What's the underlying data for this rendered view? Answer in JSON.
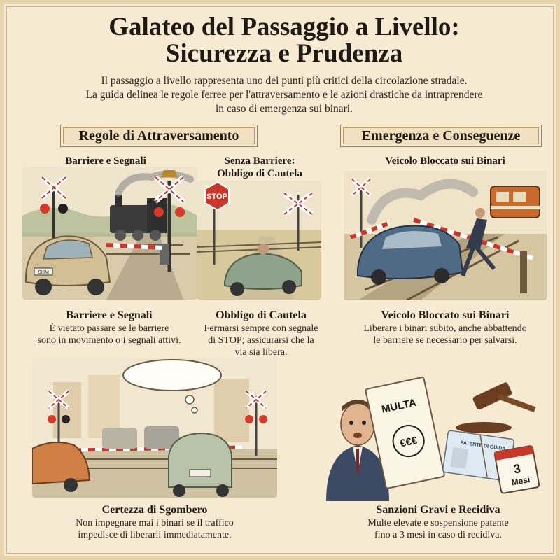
{
  "title": {
    "line1": "Galateo del Passaggio a Livello:",
    "line2": "Sicurezza e Prudenza"
  },
  "intro": {
    "line1": "Il passaggio a livello rappresenta uno dei punti più critici della circolazione stradale.",
    "line2": "La guida delinea le regole ferree per l'attraversamento e le azioni drastiche da intraprendere",
    "line3": "in caso di emergenza sui binari."
  },
  "sections": {
    "left": "Regole di Attraversamento",
    "right": "Emergenza e Conseguenze"
  },
  "panels": {
    "barriere": {
      "label": "Barriere e Segnali",
      "caption_title": "Barriere e Segnali",
      "caption_line1": "È vietato passare se le barriere",
      "caption_line2": "sono in movimento o i segnali attivi.",
      "plate": "SHM"
    },
    "cautela": {
      "label_line1": "Senza Barriere:",
      "label_line2": "Obbligo di Cautela",
      "caption_title": "Obbligo di Cautela",
      "caption_line1": "Fermarsi sempre con segnale",
      "caption_line2": "di STOP; assicurarsi che la",
      "caption_line3": "via sia libera.",
      "stop_text": "STOP"
    },
    "bloccato": {
      "label": "Veicolo Bloccato sui Binari",
      "caption_title": "Veicolo Bloccato sui Binari",
      "caption_line1": "Liberare i binari subito, anche abbattendo",
      "caption_line2": "le barriere se necessario per salvarsi."
    },
    "sgombero": {
      "caption_title": "Certezza di Sgombero",
      "caption_line1": "Non impegnare mai i binari se il traffico",
      "caption_line2": "impedisce di liberarli immediatamente."
    },
    "sanzioni": {
      "caption_title": "Sanzioni Gravi e Recidiva",
      "caption_line1": "Multe elevate e sospensione patente",
      "caption_line2": "fino a 3 mesi in caso di recidiva.",
      "multa": "MULTA",
      "euro": "€€€",
      "patente": "PATENTE DI GUIDA",
      "cal_num": "3",
      "cal_word": "Mesi"
    }
  },
  "colors": {
    "background": "#f6ead3",
    "ink": "#1f1a14",
    "stop_red": "#c8372c",
    "train_orange": "#c96a2c"
  }
}
